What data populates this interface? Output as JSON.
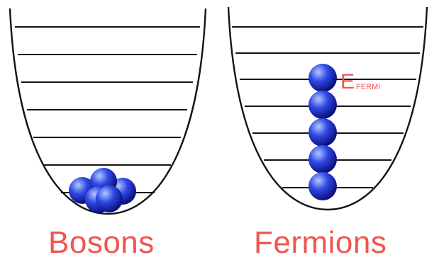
{
  "colors": {
    "label": "#f0554f",
    "well": "#141414",
    "particle_light": "#b4c8ff",
    "particle_mid": "#2f49e6",
    "particle_dark": "#0a0c78"
  },
  "diagrams": [
    {
      "caption": "Bosons",
      "energy_levels": 7,
      "particles": 5,
      "occupancy": "all particles in the lowest level"
    },
    {
      "caption": "Fermions",
      "energy_levels": 7,
      "particles": 5,
      "occupancy": "one particle per level up to the Fermi level"
    }
  ],
  "fermi_label": {
    "main": "E",
    "subscript": "FERMI"
  }
}
